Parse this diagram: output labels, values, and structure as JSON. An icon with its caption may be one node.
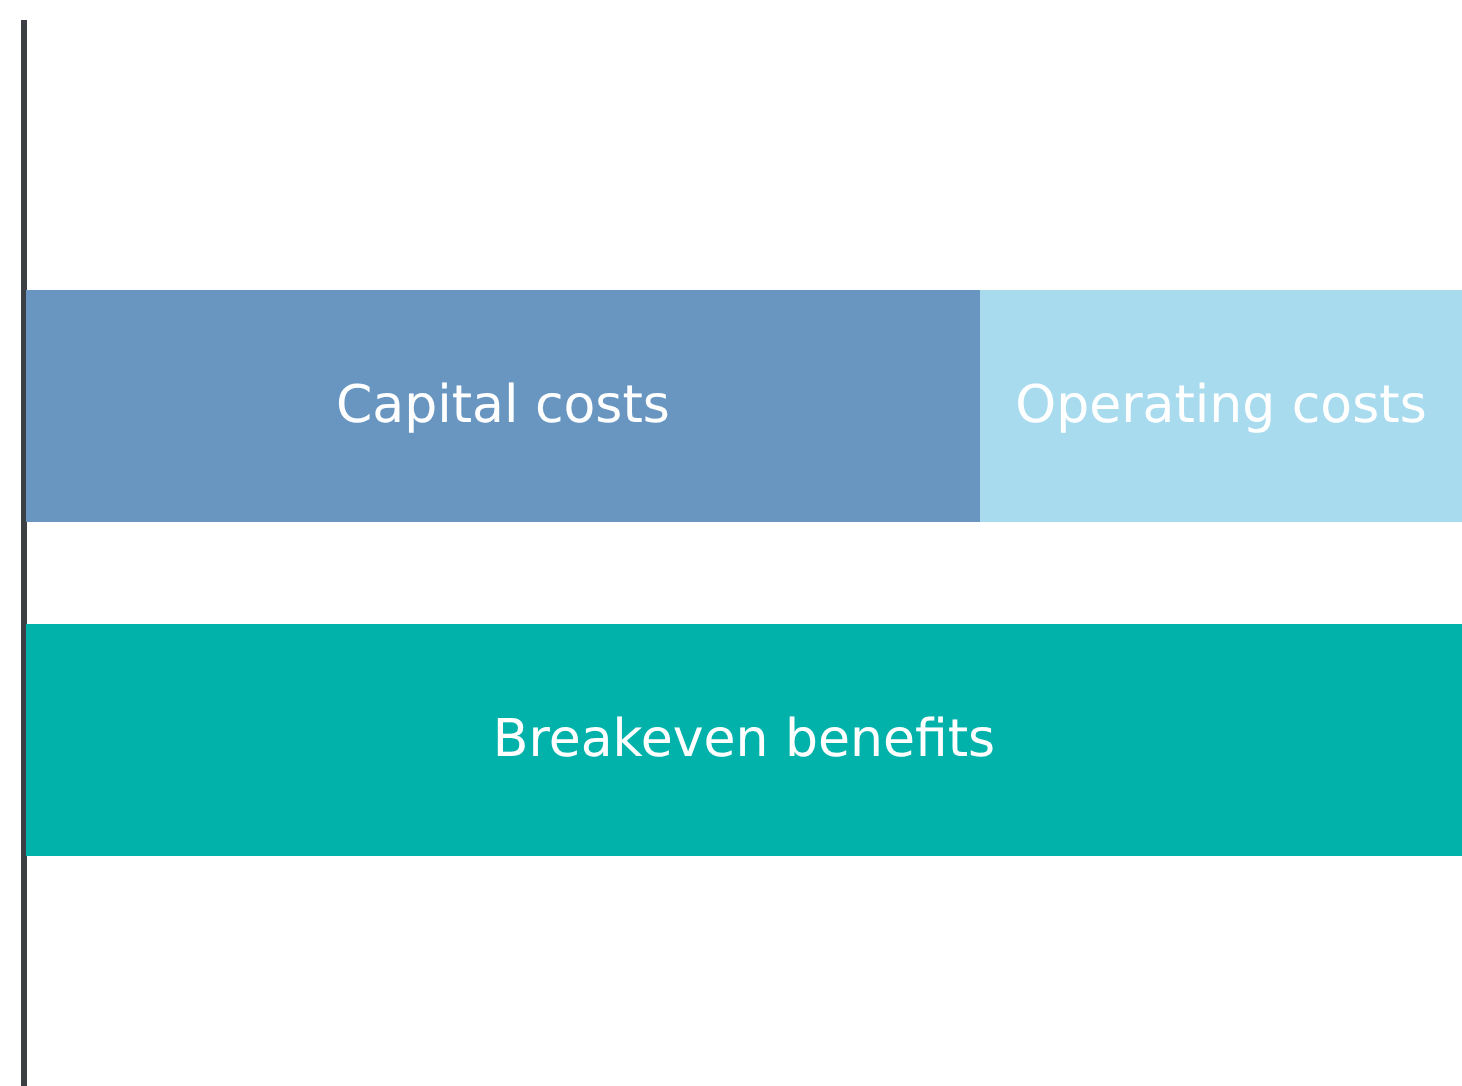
{
  "diagram": {
    "nodes": [
      {
        "text": [
          "Capital costs"
        ]
      },
      {
        "text": [
          "Operating costs"
        ]
      },
      {
        "text": [
          "Breakeven benefits"
        ]
      }
    ]
  }
}
